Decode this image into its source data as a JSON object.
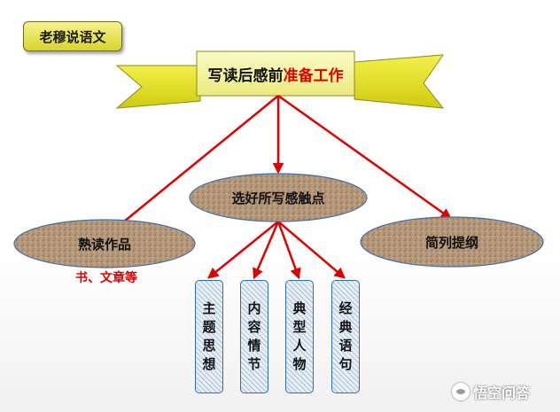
{
  "tag": "老穆说语文",
  "title": {
    "part1": "写读后感前",
    "part2": "准备工作"
  },
  "nodes": {
    "center": "选好所写感触点",
    "left": "熟读作品",
    "right": "简列提纲"
  },
  "left_note": "书、文章等",
  "columns": [
    {
      "text": "主题思想"
    },
    {
      "text": "内容情节"
    },
    {
      "text": "典型人物"
    },
    {
      "text": "经典语句"
    }
  ],
  "watermark": "悟空问答",
  "colors": {
    "banner_fill": "#e8e41e",
    "title_box": "#f2f29a",
    "arrow": "#e00000",
    "highlight_text": "#e00000",
    "ellipse_texture": "#b29474",
    "column_border": "#2f6fb0"
  }
}
